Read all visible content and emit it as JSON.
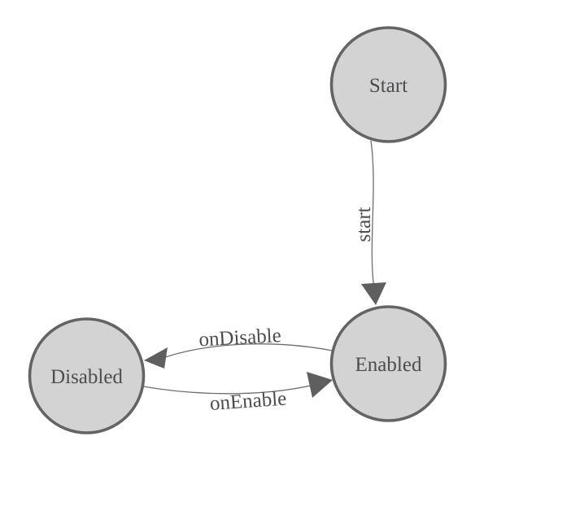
{
  "diagram": {
    "type": "state-machine",
    "background_color": "#ffffff",
    "node_fill_color": "#d3d3d3",
    "node_border_color": "#646464",
    "edge_color": "#6e6e6e",
    "arrow_color": "#5f5f5f",
    "label_color": "#4c4c52",
    "nodes": [
      {
        "id": "start",
        "label": "Start"
      },
      {
        "id": "enabled",
        "label": "Enabled"
      },
      {
        "id": "disabled",
        "label": "Disabled"
      }
    ],
    "edges": [
      {
        "id": "start-transition",
        "from": "Start",
        "to": "Enabled",
        "label": "start"
      },
      {
        "id": "on-disable",
        "from": "Enabled",
        "to": "Disabled",
        "label": "onDisable"
      },
      {
        "id": "on-enable",
        "from": "Disabled",
        "to": "Enabled",
        "label": "onEnable"
      }
    ]
  }
}
